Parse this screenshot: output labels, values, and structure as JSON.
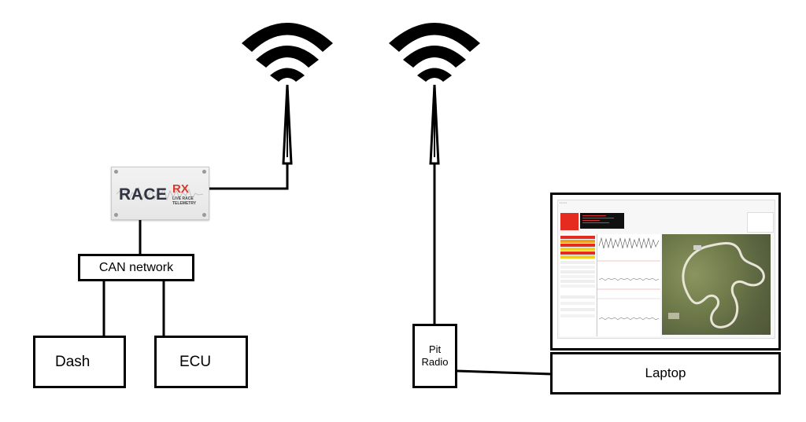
{
  "nodes": {
    "can_network": "CAN network",
    "dash": "Dash",
    "ecu": "ECU",
    "pit_radio": "Pit\nRadio",
    "laptop": "Laptop"
  },
  "device": {
    "brand_main": "RACE",
    "brand_accent": "RX",
    "tagline": "LIVE RACE TELEMETRY"
  },
  "icons": {
    "left_antenna": "wifi-antenna-icon",
    "right_antenna": "wifi-antenna-icon"
  },
  "colors": {
    "stroke": "#000000",
    "accent": "#d63a2f",
    "laptop_alert": "#e52b1f"
  }
}
